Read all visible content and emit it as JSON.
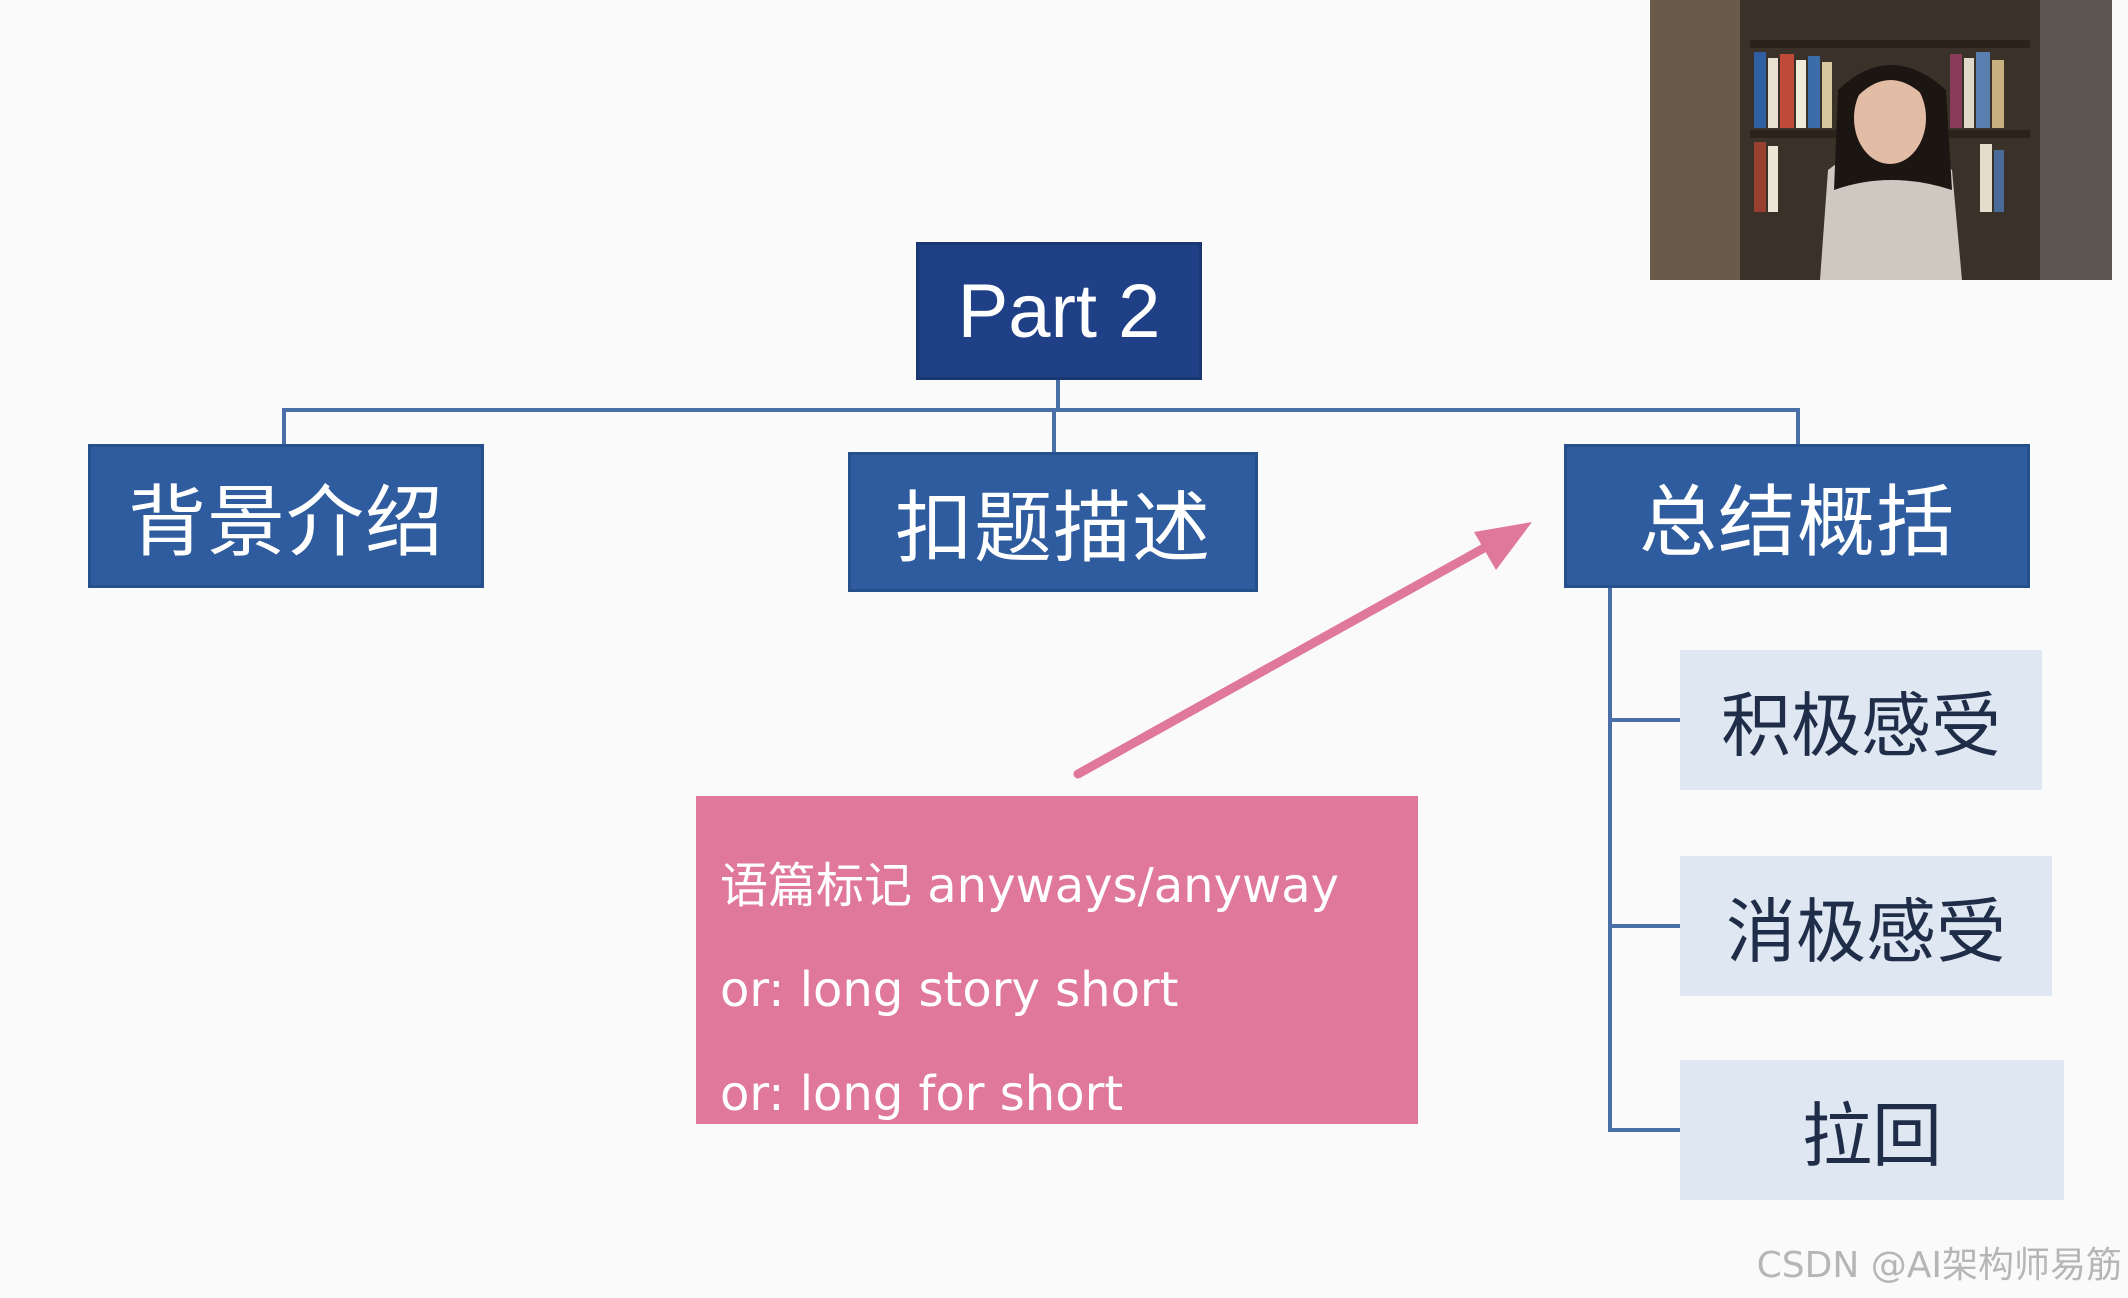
{
  "diagram": {
    "root": "Part 2",
    "categories": [
      "背景介绍",
      "扣题描述",
      "总结概括"
    ],
    "summary_children": [
      "积极感受",
      "消极感受",
      "拉回"
    ],
    "note_lines": [
      "语篇标记 anyways/anyway",
      "or: long story short",
      "or: long for short"
    ]
  },
  "watermark": "CSDN @AI架构师易筋",
  "colors": {
    "root_box": "#1f3f86",
    "category_box": "#2e5c9e",
    "child_box": "#dfe7f3",
    "note_box": "#e0789b",
    "arrow": "#e0789b",
    "connector": "#4a6fa8"
  }
}
